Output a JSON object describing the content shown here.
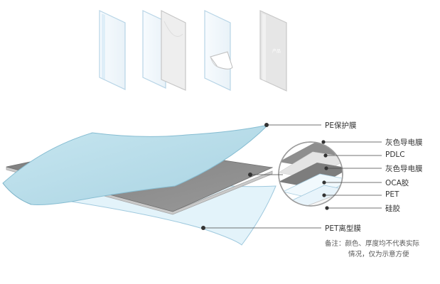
{
  "labels": {
    "pet_protective_film": "PE保护膜",
    "gray_conductive_film_top": "灰色导电膜",
    "pdlc": "PDLC",
    "gray_conductive_film_bottom": "灰色导电膜",
    "oca_glue": "OCA胶",
    "pet": "PET",
    "silicone": "硅胶",
    "pet_release_film": "PET离型膜"
  },
  "note": {
    "line1": "备注：颜色、厚度均不代表实际",
    "line2": "情况，仅为示意方便"
  },
  "sample_text": "产品",
  "colors": {
    "glass_edge": "#a8c8e0",
    "glass_fill": "#eef5fb",
    "film_gray": "#8c8c8c",
    "pe_film": "#b9dce9",
    "leader": "#444444"
  }
}
